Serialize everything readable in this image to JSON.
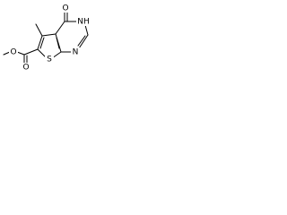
{
  "molecule": {
    "atoms": {
      "ester_o_methyl": "O",
      "ester_o_carbonyl": "O",
      "thiophene_s": "S",
      "ring_n_bottom": "N",
      "ring_nh": "NH",
      "ketone_o": "O"
    }
  }
}
